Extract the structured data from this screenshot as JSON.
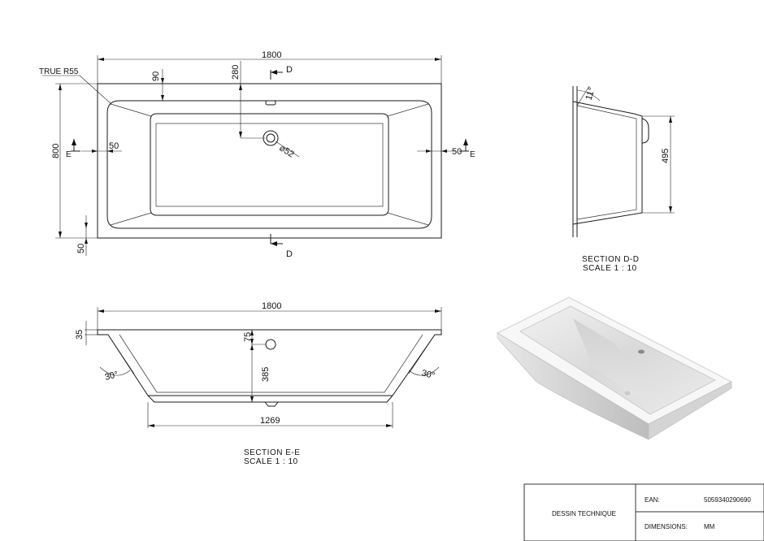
{
  "top_view": {
    "width": "1800",
    "height": "800",
    "true_radius": "TRUE R55",
    "dim_90": "90",
    "dim_280": "280",
    "dim_50_left": "50",
    "dim_50_right": "50",
    "dim_50_bottom": "50",
    "drain_dia": "⌀52",
    "section_d_top": "D",
    "section_d_bottom": "D",
    "section_e_left": "E",
    "section_e_right": "E"
  },
  "section_ee": {
    "width": "1800",
    "dim_35": "35",
    "dim_75": "75",
    "dim_385": "385",
    "dim_1269": "1269",
    "angle_left": "30°",
    "angle_right": "30°",
    "title": "SECTION E-E",
    "scale": "SCALE 1 : 10"
  },
  "section_dd": {
    "angle": "11°",
    "dim_495": "495",
    "title": "SECTION D-D",
    "scale": "SCALE 1 : 10"
  },
  "title_block": {
    "label": "DESSIN TECHNIQUE",
    "ean_label": "EAN:",
    "ean_value": "5059340290690",
    "dimensions_label": "DIMENSIONS:",
    "dimensions_value": "MM"
  }
}
